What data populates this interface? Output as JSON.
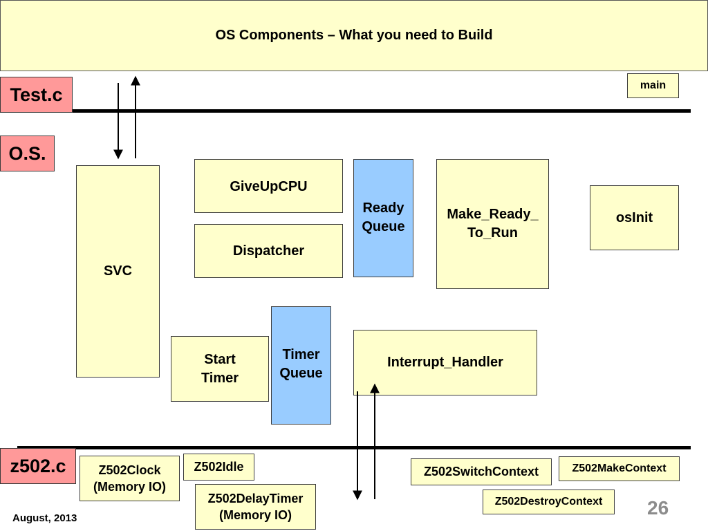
{
  "title": "OS Components – What you need to Build",
  "layers": {
    "test": "Test.c",
    "os": "O.S.",
    "z502": "z502.c"
  },
  "components": {
    "main": "main",
    "giveupcpu": "GiveUpCPU",
    "ready_queue": "Ready\nQueue",
    "make_ready": "Make_Ready_\nTo_Run",
    "osinit": "osInit",
    "dispatcher": "Dispatcher",
    "svc": "SVC",
    "start_timer": "Start\nTimer",
    "timer_queue": "Timer\nQueue",
    "interrupt_handler": "Interrupt_Handler"
  },
  "hardware": {
    "clock": "Z502Clock\n(Memory IO)",
    "idle": "Z502Idle",
    "delay_timer": "Z502DelayTimer\n(Memory IO)",
    "switch_context": "Z502SwitchContext",
    "make_context": "Z502MakeContext",
    "destroy_context": "Z502DestroyContext"
  },
  "footer": {
    "date": "August, 2013",
    "page_number": "26"
  },
  "colors": {
    "component_fill": "#ffffcc",
    "queue_fill": "#99ccff",
    "layer_fill": "#ff9999",
    "line": "#000000",
    "page_number": "#8c8c8c"
  }
}
